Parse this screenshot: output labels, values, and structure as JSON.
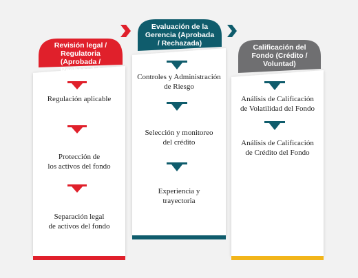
{
  "colors": {
    "red": "#e0202b",
    "teal": "#0f5c6c",
    "gray": "#6f6f71",
    "gold": "#f2b51a",
    "background": "#f2f2f2",
    "panel": "#ffffff"
  },
  "columns": [
    {
      "header": [
        "Revisión legal /",
        "Regulatoria",
        "(Aprobada / Rechazada)"
      ],
      "items": [
        [
          "Regulación aplicable"
        ],
        [
          "Protección de",
          "los activos del fondo"
        ],
        [
          "Separación legal",
          "de activos del fondo"
        ]
      ]
    },
    {
      "header": [
        "Evaluación de la",
        "Gerencia (Aprobada",
        "/ Rechazada)"
      ],
      "items": [
        [
          "Controles y Administración",
          "de Riesgo"
        ],
        [
          "Selección y monitoreo",
          "del crédito"
        ],
        [
          "Experiencia y",
          "trayectoria"
        ]
      ]
    },
    {
      "header": [
        "Calificación del",
        "Fondo (Crédito /",
        "Voluntad)"
      ],
      "items": [
        [
          "Análisis de Calificación",
          "de Volatilidad del Fondo"
        ],
        [
          "Análisis de Calificación",
          "de Crédito del Fondo"
        ]
      ]
    }
  ]
}
